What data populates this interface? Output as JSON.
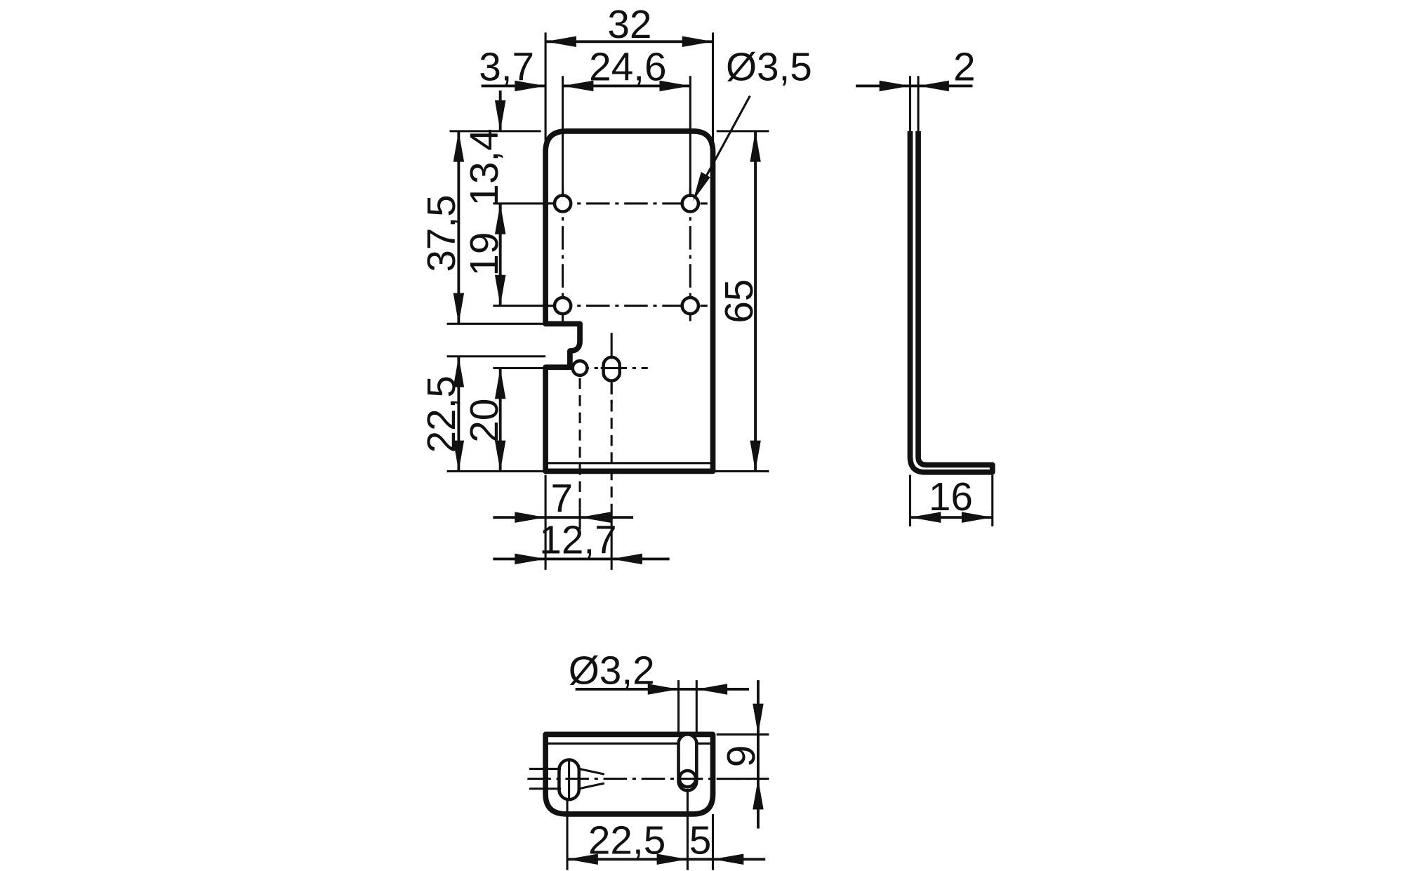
{
  "front_view": {
    "dims": {
      "width_overall": "32",
      "hole_spacing_h": "24,6",
      "edge_to_hole": "3,7",
      "hole_dia": "Ø3,5",
      "top_to_hole": "13,4",
      "hole_spacing_v": "19",
      "top_to_notch": "37,5",
      "height_overall": "65",
      "bottom_to_notch": "22,5",
      "bottom_to_slot": "20",
      "edge_to_small_hole": "7",
      "edge_to_slot": "12,7"
    }
  },
  "side_view": {
    "dims": {
      "thickness": "2",
      "foot_length": "16"
    }
  },
  "bottom_view": {
    "dims": {
      "hole_dia": "Ø3,2",
      "depth": "9",
      "hole_offset": "22,5",
      "edge_to_hole": "5"
    }
  }
}
